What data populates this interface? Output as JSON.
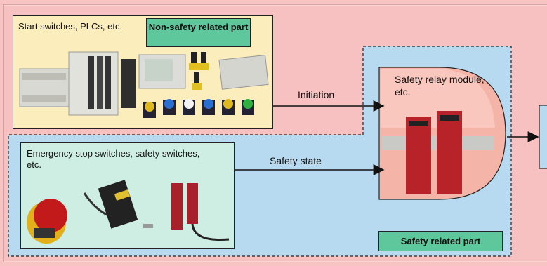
{
  "labels": {
    "start_switches": "Start switches, PLCs, etc.",
    "non_safety_part": "Non-safety related part",
    "emergency_switches": "Emergency stop switches, safety switches, etc.",
    "safety_related_part": "Safety related part",
    "relay_module": "Safety relay module, etc."
  },
  "arrows": {
    "initiation": "Initiation",
    "safety_state": "Safety state"
  },
  "colors": {
    "background": "#f6c1c0",
    "safety_region": "#b8daf0",
    "non_safety_box": "#fbeebc",
    "estop_box": "#cfeee3",
    "tag": "#5fc79c"
  }
}
